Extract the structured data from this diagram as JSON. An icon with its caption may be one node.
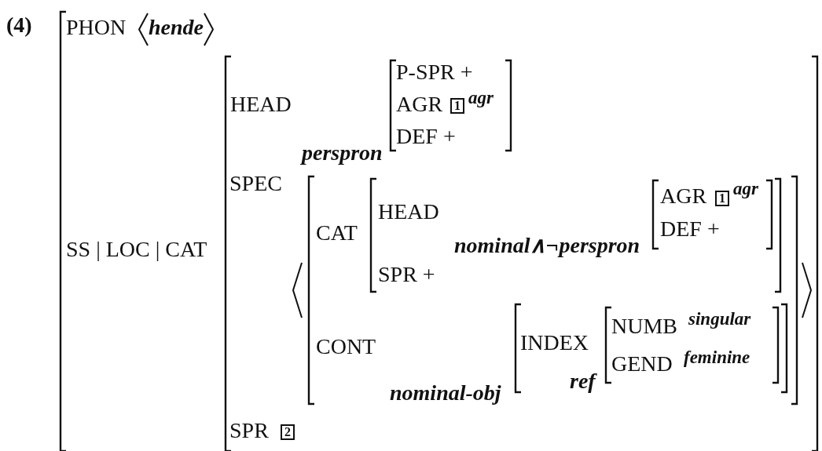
{
  "diagram": {
    "labels": [
      "(4)",
      "PHON",
      "hende",
      "SS | LOC | CAT",
      "HEAD",
      "P-SPR +",
      "AGR",
      "1",
      "agr",
      "perspron",
      "DEF +",
      "SPEC",
      "CAT",
      "HEAD",
      "AGR",
      "1",
      "agr",
      "nominal∧¬perspron",
      "DEF +",
      "SPR +",
      "CONT",
      "INDEX",
      "NUMB",
      "singular",
      "GEND",
      "feminine",
      "nominal-obj",
      "ref",
      "SPR",
      "2"
    ]
  }
}
